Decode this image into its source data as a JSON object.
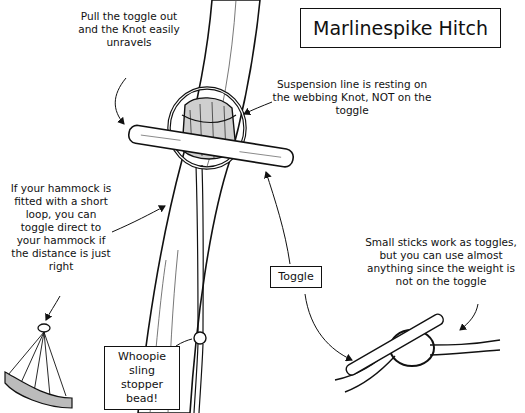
{
  "diagram": {
    "title": "Marlinespike Hitch",
    "nodes": [
      {
        "text": [
          "Toggle"
        ]
      },
      {
        "text": [
          "Whoopie sling stopper bead!"
        ]
      }
    ],
    "labels": [
      "Pull the toggle out and the Knot easily unravels",
      "Suspension line is resting on the webbing Knot, NOT on the toggle",
      "If your hammock is fitted with a short loop, you can toggle direct to your hammock if the distance is just right",
      "Small sticks work as toggles, but you can use almost anything since the weight is not on the toggle"
    ]
  }
}
